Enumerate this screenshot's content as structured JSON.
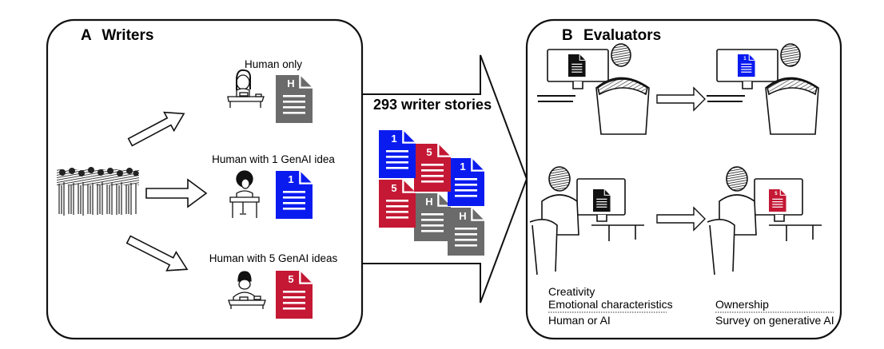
{
  "colors": {
    "human_only": "#6b6b6b",
    "one_idea": "#0a1bf0",
    "five_ideas": "#c41834",
    "unlabeled_doc": "#111111",
    "outline": "#111111"
  },
  "panel_a": {
    "letter": "A",
    "title": "Writers",
    "conditions": [
      {
        "label": "Human only",
        "doc_letter": "H",
        "color_key": "human_only"
      },
      {
        "label": "Human with 1 GenAI idea",
        "doc_letter": "1",
        "color_key": "one_idea"
      },
      {
        "label": "Human with 5 GenAI ideas",
        "doc_letter": "5",
        "color_key": "five_ideas"
      }
    ]
  },
  "transfer": {
    "label": "293 writer stories",
    "stack": [
      {
        "doc_letter": "H",
        "color_key": "human_only"
      },
      {
        "doc_letter": "H",
        "color_key": "human_only"
      },
      {
        "doc_letter": "5",
        "color_key": "five_ideas"
      },
      {
        "doc_letter": "1",
        "color_key": "one_idea"
      },
      {
        "doc_letter": "5",
        "color_key": "five_ideas"
      },
      {
        "doc_letter": "1",
        "color_key": "one_idea"
      }
    ]
  },
  "panel_b": {
    "letter": "B",
    "title": "Evaluators",
    "scenes": [
      {
        "before_doc": "blank",
        "after_doc_letter": "1",
        "after_color_key": "one_idea"
      },
      {
        "before_doc": "blank",
        "after_doc_letter": "5",
        "after_color_key": "five_ideas"
      }
    ],
    "measures_before": {
      "above_line": [
        "Creativity",
        "Emotional characteristics"
      ],
      "below_line": [
        "Human or AI"
      ]
    },
    "measures_after": {
      "above_line": [
        "Ownership"
      ],
      "below_line": [
        "Survey on generative AI"
      ]
    }
  }
}
